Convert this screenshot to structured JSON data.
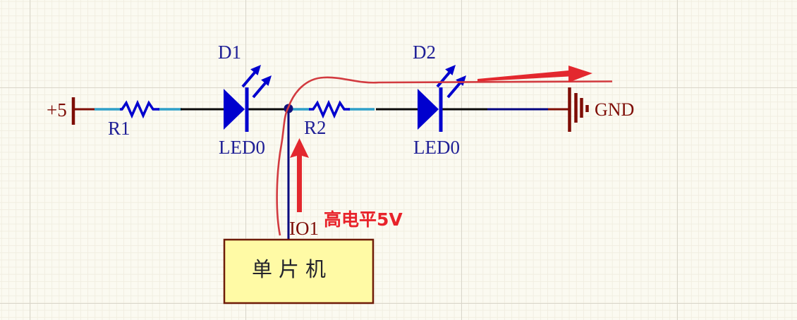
{
  "schematic": {
    "power": {
      "label": "+5"
    },
    "ground": {
      "label": "GND"
    },
    "resistors": [
      {
        "designator": "R1"
      },
      {
        "designator": "R2"
      }
    ],
    "leds": [
      {
        "designator": "D1",
        "part": "LED0"
      },
      {
        "designator": "D2",
        "part": "LED0"
      }
    ],
    "mcu": {
      "label": "单片机",
      "pin_label": "IO1"
    },
    "annotation": {
      "text": "高电平5V"
    }
  },
  "colors": {
    "background": "#FBFAF1",
    "grid_major": "#D9D6CA",
    "grid_minor": "#F1EEE1",
    "wire_black": "#0A0A0A",
    "wire_cyan": "#2FA0C8",
    "component_blue": "#0000CE",
    "label_navy": "#1F1F96",
    "power_maroon": "#7E0D06",
    "mcu_box_fill": "#FFFAA5",
    "mcu_box_border": "#6E1B07",
    "annotation_red": "#E3282E",
    "annotation_curve_red": "#D23B40"
  }
}
